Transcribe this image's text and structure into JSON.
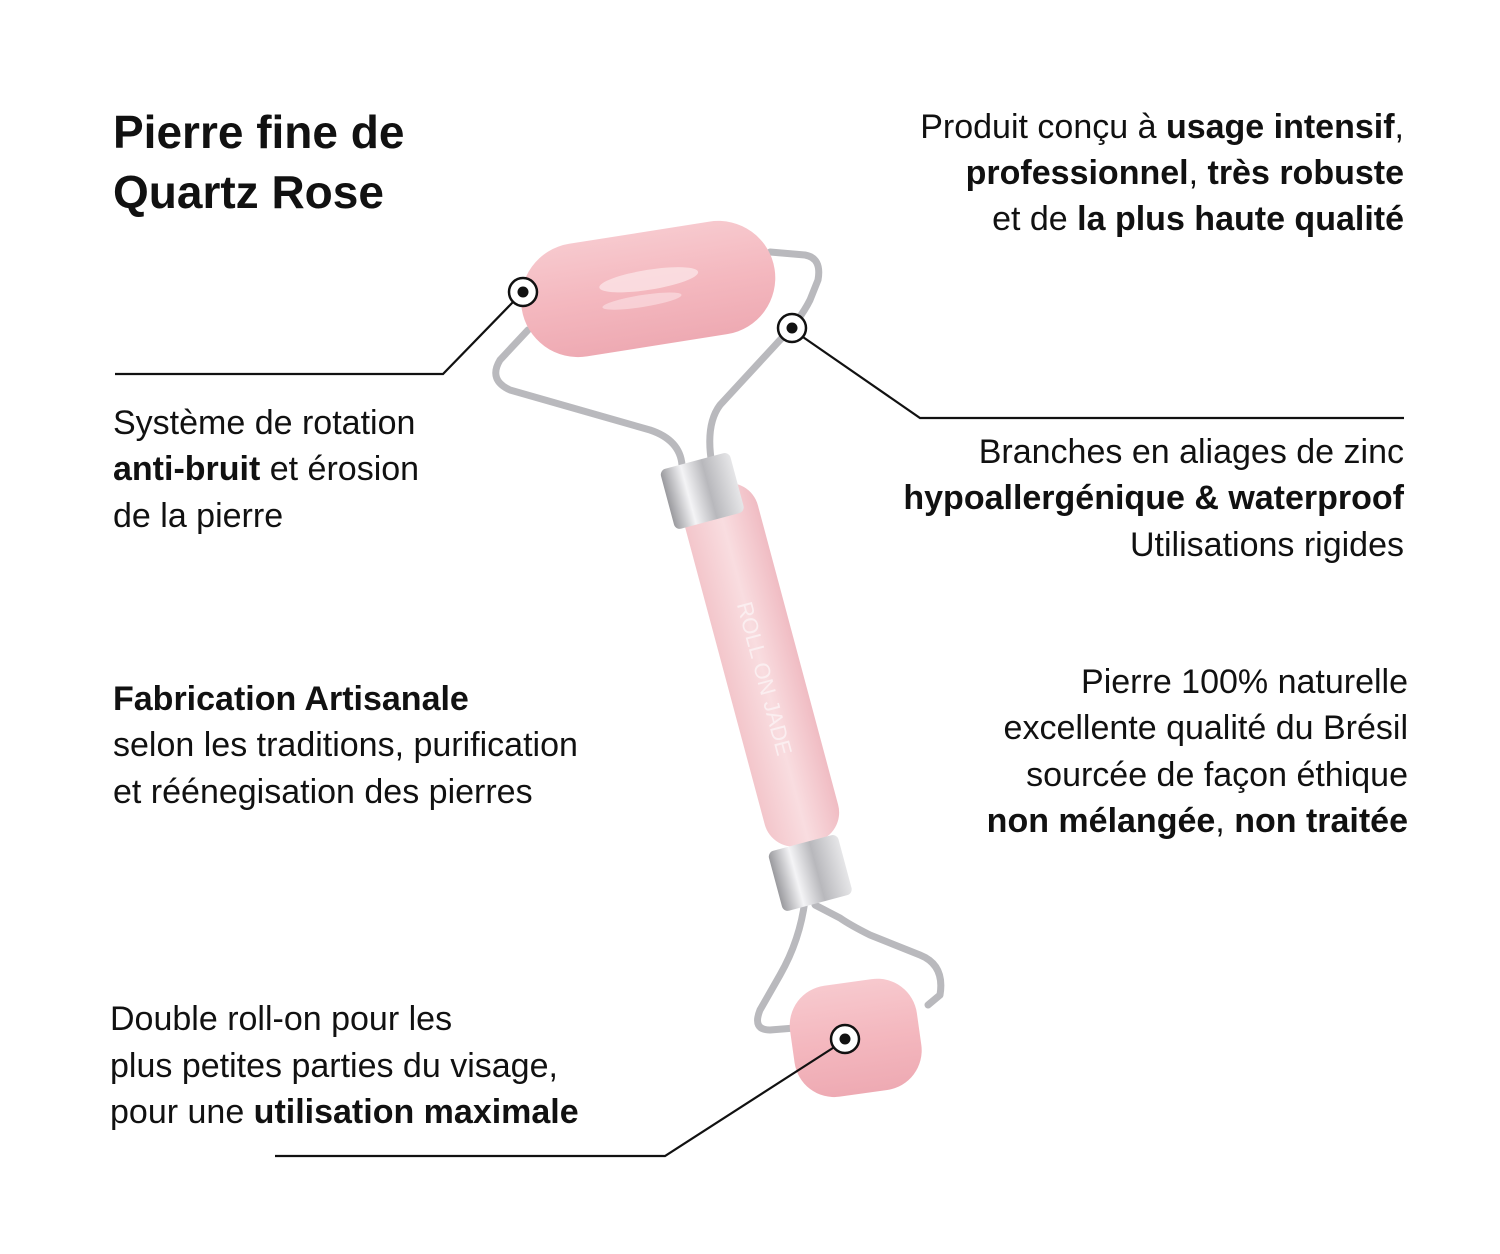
{
  "colors": {
    "stone": "#f4bcc2",
    "metal": "#c9c9cc",
    "text": "#111111"
  },
  "handle_engraving": "ROLL ON JADE",
  "blocks": [
    {
      "id": "title",
      "lines": [
        [
          {
            "t": "Pierre fine de",
            "b": true
          }
        ],
        [
          {
            "t": "Quartz Rose",
            "b": true
          }
        ]
      ]
    },
    {
      "id": "quality",
      "lines": [
        [
          {
            "t": "Produit conçu à ",
            "b": false
          },
          {
            "t": "usage intensif",
            "b": true
          },
          {
            "t": ",",
            "b": false
          }
        ],
        [
          {
            "t": "professionnel",
            "b": true
          },
          {
            "t": ", ",
            "b": false
          },
          {
            "t": "très robuste",
            "b": true
          }
        ],
        [
          {
            "t": "et de ",
            "b": false
          },
          {
            "t": "la plus haute qualité",
            "b": true
          }
        ]
      ]
    },
    {
      "id": "rotation",
      "lines": [
        [
          {
            "t": "Système de rotation",
            "b": false
          }
        ],
        [
          {
            "t": "anti-bruit",
            "b": true
          },
          {
            "t": " et érosion",
            "b": false
          }
        ],
        [
          {
            "t": "de la pierre",
            "b": false
          }
        ]
      ]
    },
    {
      "id": "branches",
      "lines": [
        [
          {
            "t": "Branches en aliages de zinc",
            "b": false
          }
        ],
        [
          {
            "t": "hypoallergénique & waterproof",
            "b": true
          }
        ],
        [
          {
            "t": "Utilisations rigides",
            "b": false
          }
        ]
      ]
    },
    {
      "id": "fabrication",
      "lines": [
        [
          {
            "t": "Fabrication Artisanale",
            "b": true
          }
        ],
        [
          {
            "t": "selon les traditions, purification",
            "b": false
          }
        ],
        [
          {
            "t": "et réénegisation des pierres",
            "b": false
          }
        ]
      ]
    },
    {
      "id": "natural",
      "lines": [
        [
          {
            "t": "Pierre 100% naturelle",
            "b": false
          }
        ],
        [
          {
            "t": "excellente qualité du Brésil",
            "b": false
          }
        ],
        [
          {
            "t": "sourcée de façon éthique",
            "b": false
          }
        ],
        [
          {
            "t": "non mélangée",
            "b": true
          },
          {
            "t": ", ",
            "b": false
          },
          {
            "t": "non traitée",
            "b": true
          }
        ]
      ]
    },
    {
      "id": "double",
      "lines": [
        [
          {
            "t": "Double roll-on pour les",
            "b": false
          }
        ],
        [
          {
            "t": "plus petites parties du visage,",
            "b": false
          }
        ],
        [
          {
            "t": "pour une ",
            "b": false
          },
          {
            "t": "utilisation maximale",
            "b": true
          }
        ]
      ]
    }
  ]
}
